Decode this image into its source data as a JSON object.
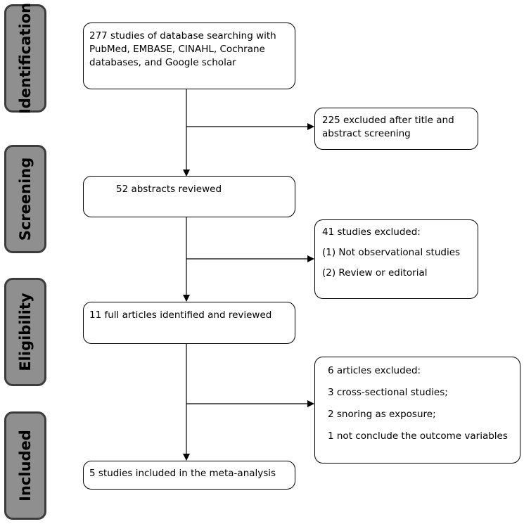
{
  "stages": [
    "Identification",
    "Screening",
    "Eligibility",
    "Included"
  ],
  "boxes": {
    "search": "277 studies of database searching with PubMed, EMBASE, CINAHL, Cochrane databases, and Google scholar",
    "abstracts": "52 abstracts reviewed",
    "full_articles": "11 full articles identified and reviewed",
    "included": "5 studies included in the meta-analysis"
  },
  "exclusions": {
    "title_abstract": "225 excluded after title and abstract screening",
    "studies": {
      "heading": "41 studies excluded:",
      "items": [
        "(1) Not observational studies",
        "(2) Review or editorial"
      ]
    },
    "articles": {
      "heading": "6 articles excluded:",
      "items": [
        "3 cross-sectional studies;",
        "2 snoring as exposure;",
        "1 not conclude the outcome variables"
      ]
    }
  }
}
